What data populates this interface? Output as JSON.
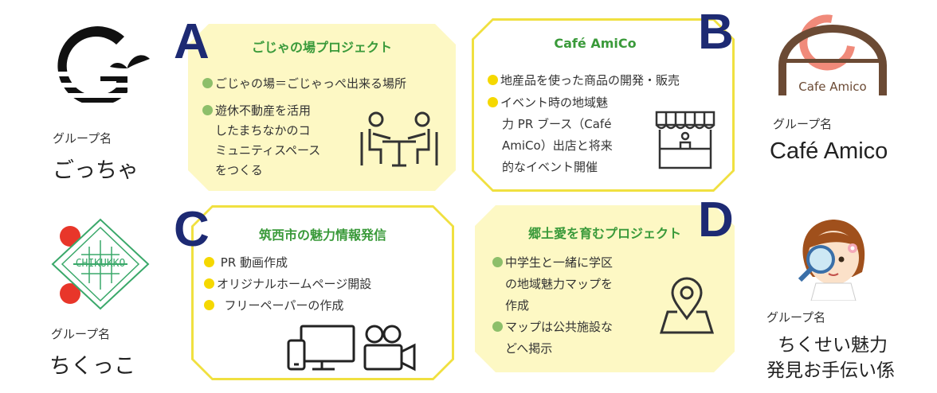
{
  "colors": {
    "card_fill": "#fdf8c4",
    "card_outline": "#f0e040",
    "title_green": "#3a9a3a",
    "letter_navy": "#1d2a73",
    "bullet_green": "#8dbf6a",
    "bullet_yellow": "#f5d800"
  },
  "groups": {
    "gocha": {
      "label": "グループ名",
      "name": "ごっちゃ"
    },
    "chikukko": {
      "label": "グループ名",
      "name": "ちくっこ",
      "logo_text": "CHIKUKKO"
    },
    "cafe": {
      "label": "グループ名",
      "name": "Café Amico",
      "logo_text": "Cafe Amico"
    },
    "kakari": {
      "label": "グループ名",
      "name_line1": "ちくせい魅力",
      "name_line2": "発見お手伝い係"
    }
  },
  "cards": {
    "a": {
      "letter": "A",
      "title": "ごじゃの場プロジェクト",
      "b1": "ごじゃの場＝ごじゃっぺ出来る場所",
      "b2_l1": "遊休不動産を活用",
      "b2_l2": "したまちなかのコ",
      "b2_l3": "ミュニティスペース",
      "b2_l4": "をつくる"
    },
    "b": {
      "letter": "B",
      "title": "Café AmiCo",
      "b1": "地産品を使った商品の開発・販売",
      "b2_l1": "イベント時の地域魅",
      "b2_l2": "力 PR ブース（Café",
      "b2_l3": "AmiCo）出店と将来",
      "b2_l4": "的なイベント開催"
    },
    "c": {
      "letter": "C",
      "title": "筑西市の魅力情報発信",
      "b1": "PR 動画作成",
      "b2": "オリジナルホームページ開設",
      "b3": "フリーペーパーの作成"
    },
    "d": {
      "letter": "D",
      "title": "郷土愛を育むプロジェクト",
      "b1_l1": "中学生と一緒に学区",
      "b1_l2": "の地域魅力マップを",
      "b1_l3": "作成",
      "b2_l1": "マップは公共施設な",
      "b2_l2": "どへ掲示"
    }
  },
  "icons": {
    "a": "meeting-table-icon",
    "b": "market-stall-icon",
    "c1": "devices-icon",
    "c2": "video-camera-icon",
    "d": "map-pin-icon"
  }
}
